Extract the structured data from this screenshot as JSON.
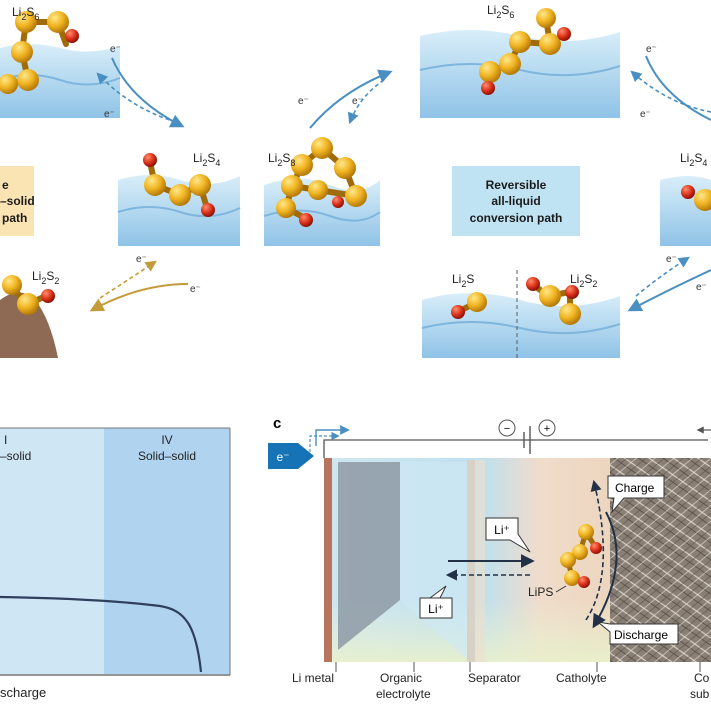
{
  "species": {
    "li2s6_left": [
      "Li",
      "2",
      "S",
      "6"
    ],
    "li2s4_left": [
      "Li",
      "2",
      "S",
      "4"
    ],
    "li2s2_left": [
      "Li",
      "2",
      "S",
      "2"
    ],
    "li2s6_right": [
      "Li",
      "2",
      "S",
      "6"
    ],
    "li2s8": [
      "Li",
      "2",
      "S",
      "8"
    ],
    "li2s4_right": [
      "Li",
      "2",
      "S",
      "4"
    ],
    "li2s": [
      "Li",
      "2",
      "S"
    ],
    "li2s2_right": [
      "Li",
      "2",
      "S",
      "2"
    ]
  },
  "electron": "e⁻",
  "paths": {
    "left_box": [
      "e",
      "–solid",
      "path"
    ],
    "right_box": [
      "Reversible",
      "all-liquid",
      "conversion path"
    ]
  },
  "panel_b": {
    "region_iii_label": "I",
    "region_iii_sub": "–solid",
    "region_iv_label": "IV",
    "region_iv_sub": "Solid–solid",
    "xlabel_fragment": "scharge",
    "colors": {
      "region_iii": "#cfe6f5",
      "region_iv": "#b0d4ef",
      "curve": "#2f3f5c"
    }
  },
  "panel_c": {
    "letter": "c",
    "minus": "−",
    "plus": "+",
    "electron_tag": "e⁻",
    "li_ion_upper": "Li⁺",
    "li_ion_lower": "Li⁺",
    "charge": "Charge",
    "discharge": "Discharge",
    "lipS": "LiPS",
    "bottom_labels": [
      "Li metal",
      "Organic",
      "electrolyte",
      "Separator",
      "Catholyte",
      "Co",
      "sub"
    ]
  }
}
